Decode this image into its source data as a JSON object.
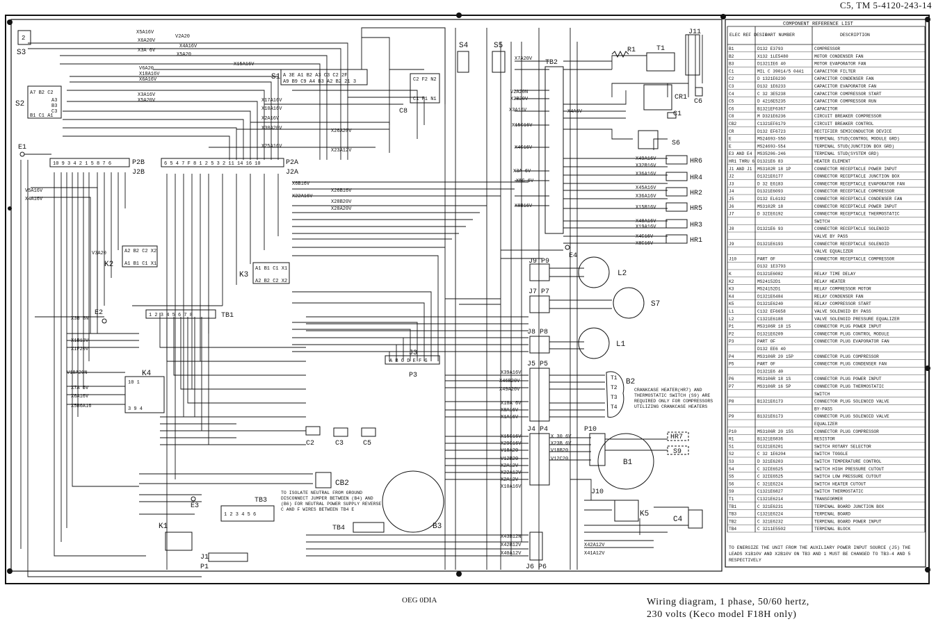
{
  "header": {
    "doc_id": "C5, TM 5-4120-243-14"
  },
  "caption": {
    "line1": "Wiring diagram, 1 phase, 50/60 hertz,",
    "line2": "230 volts (Keco model F18H only)"
  },
  "drawing_number": "OEG 0DIA",
  "components": {
    "S3": "S3",
    "S2": "S2",
    "S1": "S1",
    "S4": "S4",
    "S5": "S5",
    "E1": "E1",
    "E2": "E2",
    "E3": "E3",
    "E4": "E4",
    "K1": "K1",
    "K2": "K2",
    "K3": "K3",
    "K4": "K4",
    "K5": "K5",
    "CB2": "CB2",
    "C1": "C1",
    "C2": "C2",
    "C3": "C3",
    "C4": "C4",
    "C5": "C5",
    "C6": "C6",
    "C8": "C8",
    "CR1": "CR1",
    "TB1": "TB1",
    "TB2": "TB2",
    "TB3": "TB3",
    "TB4": "TB4",
    "P2B": "P2B",
    "J2B": "J2B",
    "P2A": "P2A",
    "J2A": "J2A",
    "J3": "J3",
    "P3": "P3",
    "J1": "J1",
    "P1": "P1",
    "J10": "J10",
    "P10": "P10",
    "B1": "B1",
    "B2": "B2",
    "B3": "B3",
    "L1": "L1",
    "L2": "L2",
    "S7": "S7",
    "S6": "S6",
    "S9": "S9",
    "R1": "R1",
    "T1": "T1",
    "HR1": "HR1",
    "HR2": "HR2",
    "HR3": "HR3",
    "HR4": "HR4",
    "HR5": "HR5",
    "HR6": "HR6",
    "HR7": "HR7",
    "J9P9": "J9  P9",
    "J7P7": "J7  P7",
    "J8P8": "J8 P8",
    "J5P5": "J5  P5",
    "J4P4": "J4  P4",
    "J6P6": "J6  P6",
    "J11": "J11"
  },
  "wire_labels": {
    "top": [
      "X5A16V",
      "V2A20",
      "X6A20V",
      "X4A16V",
      "X3A 6V",
      "X5A20",
      "X15A16V",
      "V6A20",
      "X18A16V",
      "X6A16V",
      "X3A16V",
      "X5A20V"
    ],
    "mid": [
      "X17A16V",
      "X10A16V",
      "X2A16V",
      "X30A20V",
      "X25A16V",
      "X26A20V",
      "X23A12V",
      "X6B16V",
      "X26B16V",
      "X22A16V",
      "X28B20V",
      "X28A20V"
    ],
    "left": [
      "V5A16V",
      "X4A16V",
      "V3A20",
      "X3B 8N",
      "X1B12V",
      "X1F20V",
      "V18A20N",
      "X7A 6V",
      "X6A16V",
      "X5B6A16"
    ],
    "tb2": [
      "X7A20V",
      "V2A20N",
      "X2B20V",
      "X3A16V",
      "X15C16V",
      "X4C16V",
      "X3A 6V",
      "X5C 6V",
      "X8B16V",
      "X4A6V"
    ],
    "hr": [
      "X49A16V",
      "X32B16V",
      "X36A16V",
      "X45A16V",
      "X36A16V",
      "X15B16V",
      "X48A16V",
      "X19A16V",
      "X4C16V",
      "X8C16V"
    ],
    "p5": [
      "X39A16V",
      "X46B20V",
      "X49A20V",
      "X10A 6V",
      "X8A16V",
      "X1A16V"
    ],
    "p4": [
      "X15C16V",
      "X29C16V",
      "V18A20",
      "V12B20",
      "X2A12V",
      "X22A12V",
      "X2A12V",
      "X10A16V"
    ],
    "p6": [
      "X43B12N",
      "X42B12V",
      "X40A12V",
      "X42A12V",
      "X41A12V"
    ],
    "p10": [
      "X 30 6V",
      "X23B 6V",
      "V18B20",
      "V12C20"
    ]
  },
  "motor_windings": {
    "B2": [
      "T1",
      "T2",
      "T3",
      "T4"
    ],
    "B2_note": "CRANKCASE HEATER(HR7) AND THERMOSTATIC SWITCH (S9) ARE REQUIRED ONLY FOR COMPRESSORS UTILIZING CRANKCASE HEATERS"
  },
  "notes": {
    "tb3_note": "TO ISOLATE NEUTRAL FROM GROUND DISCONNECT JUMPER BETWEEN (B4) AND (B6) FOR NEUTRAL POWER SUPPLY REVERSE C AND F WIRES BETWEEN TB4 E",
    "table_note": "TO ENERGIZE THE UNIT FROM THE AUXILIARY POWER INPUT SOURCE (J5) THE LEADS X1B10V AND X2B10V ON TB3 AND 1 MUST BE CHANGED TO TB3-4 AND 5 RESPECTIVELY"
  },
  "parts_table": {
    "title": "COMPONENT REFERENCE LIST",
    "headers": [
      "ELEC REF DESIG",
      "PART NUMBER",
      "DESCRIPTION"
    ],
    "rows": [
      [
        "B1",
        "D132 E3793",
        "COMPRESSOR"
      ],
      [
        "B2",
        "X132 1LE5480",
        "MOTOR CONDENSER FAN"
      ],
      [
        "B3",
        "D1321IE6 40",
        "MOTOR EVAPORATOR FAN"
      ],
      [
        "C1",
        "MIL C 39014/5 0441",
        "CAPACITOR FILTER"
      ],
      [
        "C2",
        "D 1321E6230",
        "CAPACITOR CONDENSER FAN"
      ],
      [
        "C3",
        "D132 1E6233",
        "CAPACITOR EVAPORATOR FAN"
      ],
      [
        "C4",
        "C 32 3E5238",
        "CAPACITOR COMPRESSOR START"
      ],
      [
        "C5",
        "D 4216E5235",
        "CAPACITOR COMPRESSOR RUN"
      ],
      [
        "C6",
        "B1321EF6367",
        "CAPACITOR"
      ],
      [
        "C8",
        "M D321E6236",
        "CIRCUIT BREAKER COMPRESSOR"
      ],
      [
        "CB2",
        "C1321EF6179",
        "CIRCUIT BREAKER CONTROL"
      ],
      [
        "CR",
        "D132 EF6723",
        "RECTIFIER SEMICONDUCTOR DEVICE"
      ],
      [
        "E",
        "MS24693-S50",
        "TERMINAL STUD(CONTROL MODULE GRD)"
      ],
      [
        "E",
        "MS24693-S54",
        "TERMINAL STUD(JUNCTION BOX GRD)"
      ],
      [
        "E3 AND E4",
        "MS35206-246",
        "TERMINAL STUD(SYSTEM GRD)"
      ],
      [
        "HR1 THRU 6",
        "D1321E6 83",
        "HEATER ELEMENT"
      ],
      [
        "J1 AND J1",
        "MS3102R 18 1P",
        "CONNECTOR RECEPTACLE POWER INPUT"
      ],
      [
        "J2",
        "D1321E6177",
        "CONNECTOR RECEPTACLE JUNCTION BOX"
      ],
      [
        "J3",
        "D 32 E6183",
        "CONNECTOR RECEPTACLE EVAPORATOR FAN"
      ],
      [
        "J4",
        "D1321E6093",
        "CONNECTOR RECEPTACLE COMPRESSOR"
      ],
      [
        "J5",
        "D132 EL6192",
        "CONNECTOR RECEPTACLE CONDENSER FAN"
      ],
      [
        "J6",
        "MS3102R 18",
        "CONNECTOR RECEPTACLE POWER INPUT"
      ],
      [
        "J7",
        "D 32IE6192",
        "CONNECTOR RECEPTACLE THERMOSTATIC"
      ],
      [
        "",
        "",
        "SWITCH"
      ],
      [
        "J8",
        "D1321E6 93",
        "CONNECTOR RECEPTACLE SOLENOID"
      ],
      [
        "",
        "",
        "VALVE BY PASS"
      ],
      [
        "J9",
        "D1321E6193",
        "CONNECTOR RECEPTACLE SOLENOID"
      ],
      [
        "",
        "",
        "VALVE EQUALIZER"
      ],
      [
        "J10",
        "PART OF",
        "CONNECTOR RECEPTACLE COMPRESSOR"
      ],
      [
        "",
        "D132 1E3793",
        ""
      ],
      [
        "K",
        "D1321E6082",
        "RELAY TIME DELAY"
      ],
      [
        "K2",
        "MS24152D1",
        "RELAY HEATER"
      ],
      [
        "K3",
        "MS24152D1",
        "RELAY COMPRESSOR MOTOR"
      ],
      [
        "K4",
        "D1321E6484",
        "RELAY CONDENSER FAN"
      ],
      [
        "K5",
        "D1321E6240",
        "RELAY COMPRESSOR START"
      ],
      [
        "L1",
        "C132 EF6658",
        "VALVE SOLENOID BY PASS"
      ],
      [
        "L2",
        "C1321E6188",
        "VALVE SOLENOID PRESSURE EQUALIZER"
      ],
      [
        "P1",
        "MS3106R 18 1S",
        "CONNECTOR PLUG POWER INPUT"
      ],
      [
        "P2",
        "D1321E6209",
        "CONNECTOR PLUG CONTROL MODULE"
      ],
      [
        "P3",
        "PART OF",
        "CONNECTOR PLUG EVAPORATOR FAN"
      ],
      [
        "",
        "D132 EE6 40",
        ""
      ],
      [
        "P4",
        "MS3106R 20 15P",
        "CONNECTOR PLUG COMPRESSOR"
      ],
      [
        "P5",
        "PART OF",
        "CONNECTOR PLUG CONDENSER FAN"
      ],
      [
        "",
        "D1321E6 40",
        ""
      ],
      [
        "P6",
        "MS3106R 18 1S",
        "CONNECTOR PLUG POWER INPUT"
      ],
      [
        "P7",
        "MS3106R 16 5P",
        "CONNECTOR PLUG THERMOSTATIC"
      ],
      [
        "",
        "",
        "SWITCH"
      ],
      [
        "P8",
        "B1321E6173",
        "CONNECTOR PLUG SOLENOID VALVE"
      ],
      [
        "",
        "",
        "BY-PASS"
      ],
      [
        "P9",
        "B1321E6173",
        "CONNECTOR PLUG SOLENOID VALVE"
      ],
      [
        "",
        "",
        "EQUALIZER"
      ],
      [
        "P10",
        "MS3106R 20 15S",
        "CONNECTOR PLUG COMPRESSOR"
      ],
      [
        "R1",
        "B1321E6836",
        "RESISTOR"
      ],
      [
        "S1",
        "D1321E6201",
        "SWITCH ROTARY SELECTOR"
      ],
      [
        "S2",
        "C 32 1E6204",
        "SWITCH TOGGLE"
      ],
      [
        "S3",
        "D 321E6203",
        "SWITCH TEMPERATURE CONTROL"
      ],
      [
        "S4",
        "C 32IE6525",
        "SWITCH HIGH PRESSURE CUTOUT"
      ],
      [
        "S5",
        "C 32IE6525",
        "SWITCH LOW PRESSURE CUTOUT"
      ],
      [
        "S6",
        "C 321E6224",
        "SWITCH HEATER CUTOUT"
      ],
      [
        "S9",
        "C1321E6827",
        "SWITCH THERMOSTATIC"
      ],
      [
        "T1",
        "C1321E6214",
        "TRANSFORMER"
      ],
      [
        "TB1",
        "C 321E6231",
        "TERMINAL BOARD JUNCTION BOX"
      ],
      [
        "TB3",
        "C1321E6224",
        "TERMINAL BOARD"
      ],
      [
        "TB2",
        "C 321E6232",
        "TERMINAL BOARD POWER INPUT"
      ],
      [
        "TB4",
        "C 3211E5502",
        "TERMINAL BLOCK"
      ]
    ]
  },
  "colors": {
    "ink": "#111111",
    "paper": "#ffffff"
  }
}
